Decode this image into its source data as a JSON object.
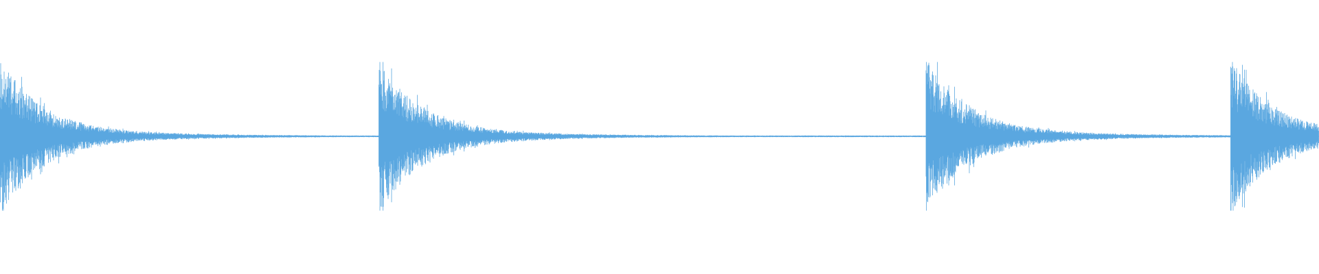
{
  "waveform": {
    "color": "#5aa7e0",
    "background": "#ffffff",
    "transients": [
      {
        "onset": 0.0
      },
      {
        "onset": 0.287
      },
      {
        "onset": 0.702
      },
      {
        "onset": 0.933
      }
    ]
  }
}
